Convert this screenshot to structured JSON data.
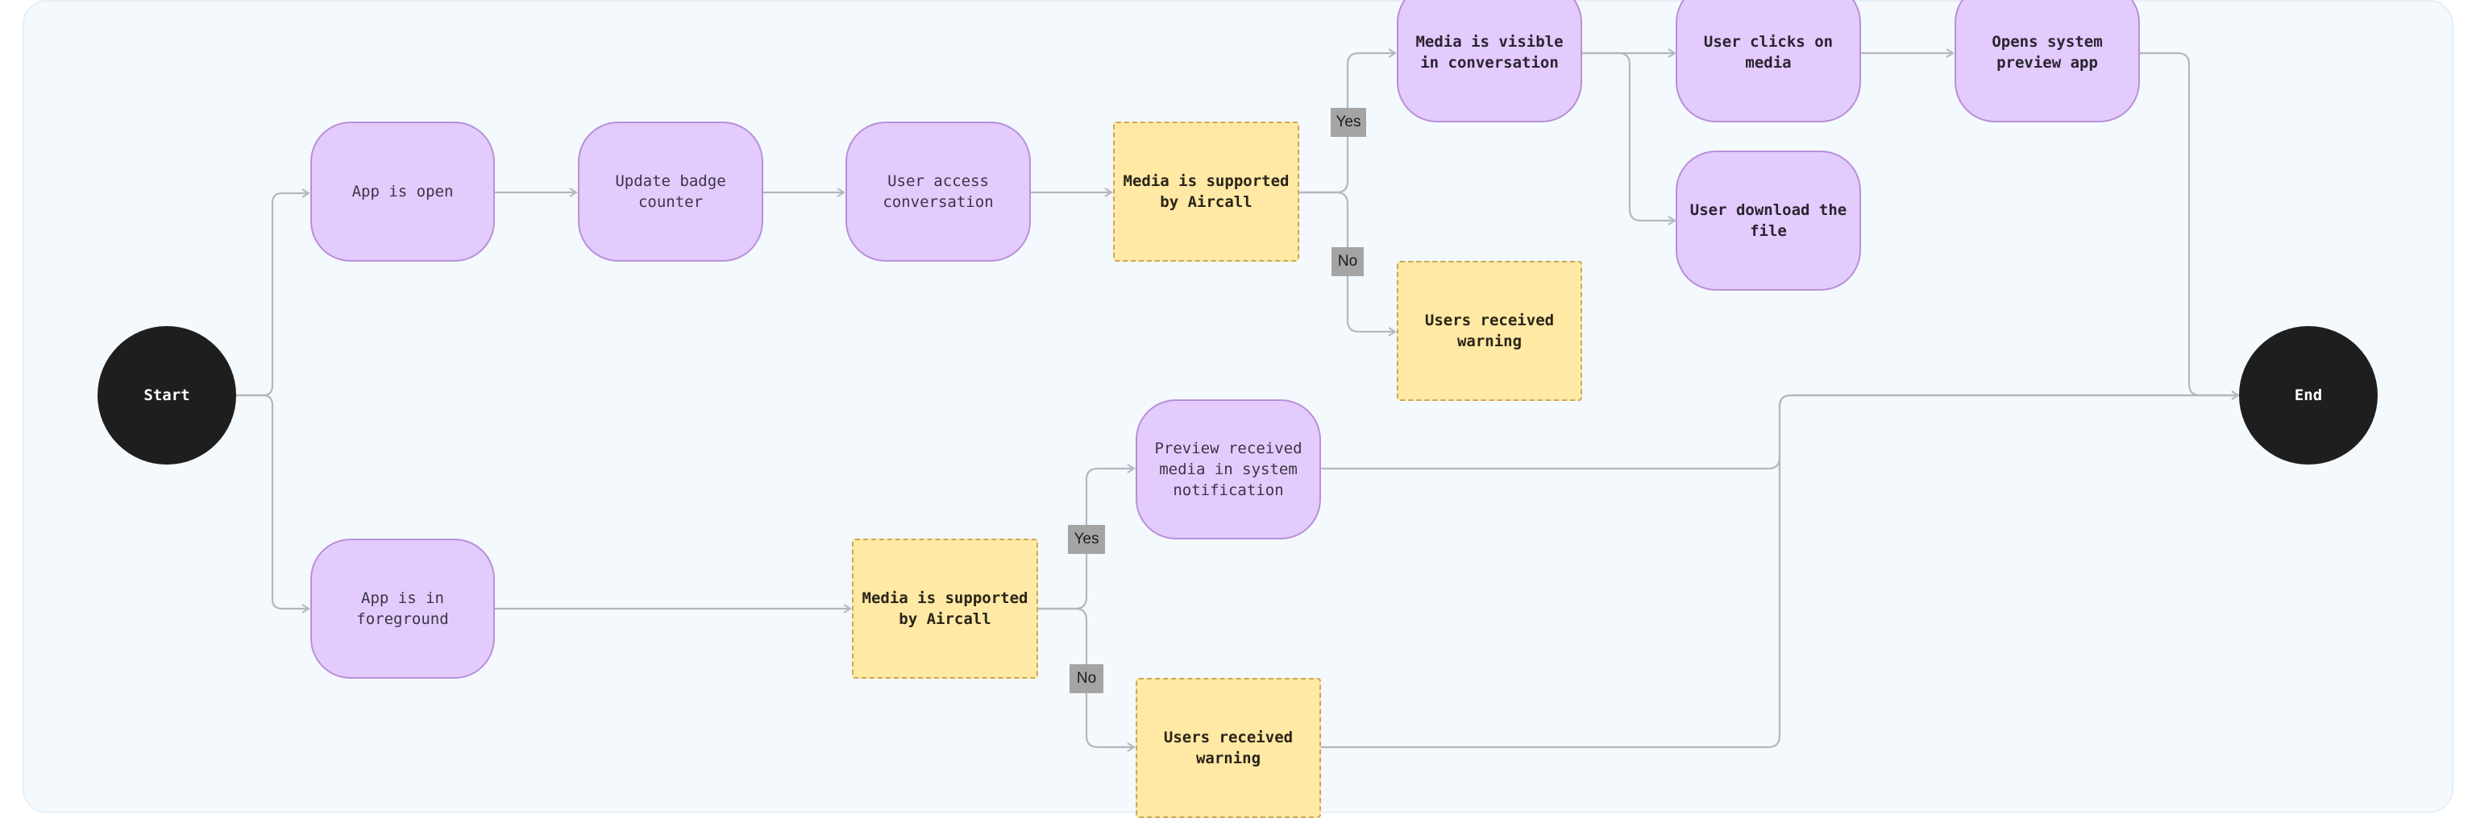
{
  "nodes": {
    "start": "Start",
    "end": "End",
    "app_open": "App is open",
    "update_badge": "Update badge\ncounter",
    "user_access": "User access\nconversation",
    "decision_top": "Media is supported\nby Aircall",
    "media_visible": "Media is visible\nin conversation",
    "user_clicks": "User clicks on\nmedia",
    "opens_preview": "Opens system\npreview app",
    "user_download": "User download the\nfile",
    "warning_top": "Users received\nwarning",
    "app_foreground": "App is in\nforeground",
    "decision_bottom": "Media is supported\nby Aircall",
    "preview_notification": "Preview received\nmedia in system\nnotification",
    "warning_bottom": "Users received\nwarning"
  },
  "labels": {
    "yes_top": "Yes",
    "no_top": "No",
    "yes_bottom": "Yes",
    "no_bottom": "No"
  },
  "colors": {
    "process_fill": "#e3cbfd",
    "decision_fill": "#ffe9a4",
    "terminal_fill": "#1e1e1e",
    "connector": "#b4b8bd"
  }
}
